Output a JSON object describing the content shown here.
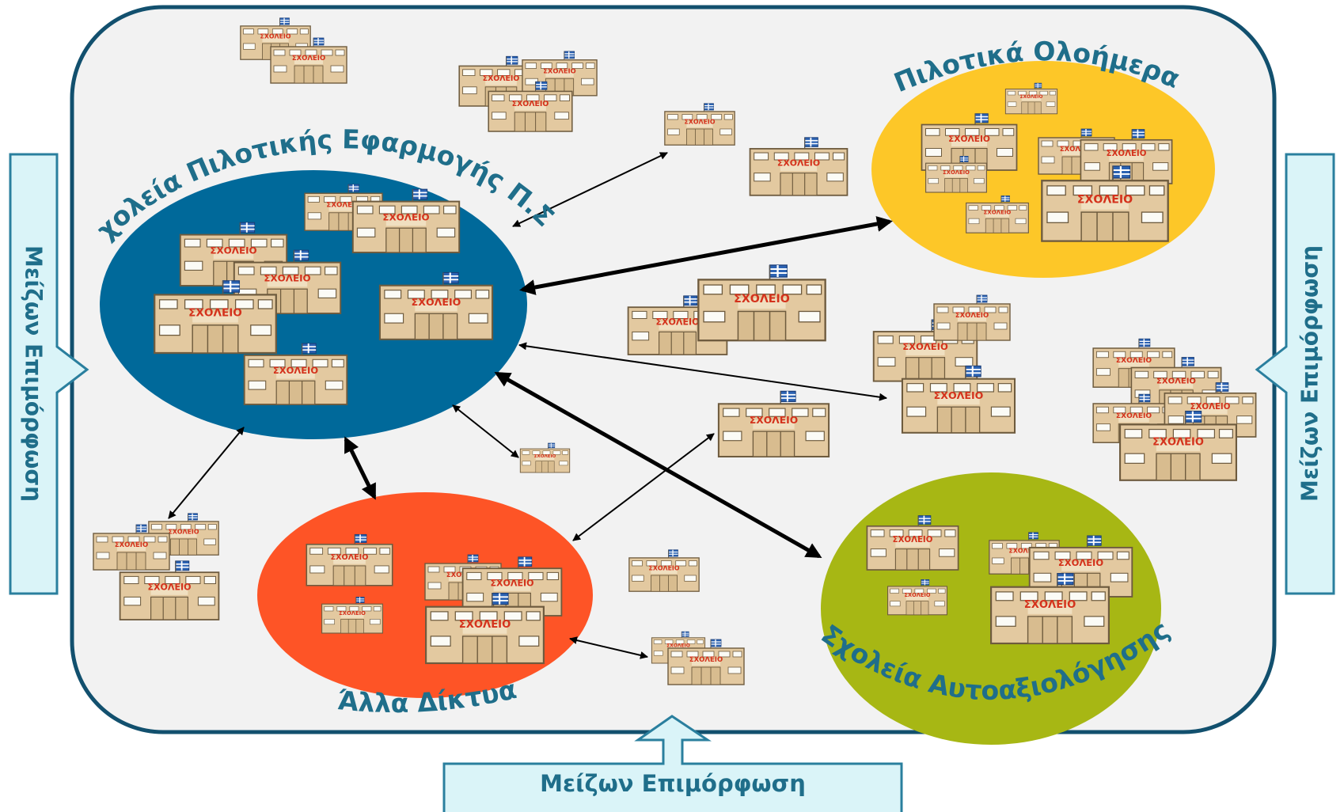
{
  "labels": {
    "pilot_schools": "Σχολεία Πιλοτικής Εφαρμογής Π.Σ.",
    "all_day": "Πιλοτικά Ολοήμερα",
    "self_eval": "Σχολεία Αυτοαξιολόγησης",
    "other_networks": "Άλλα Δίκτυα",
    "training_left": "Μείζων Επιμόρφωση",
    "training_right": "Μείζων Επιμόρφωση",
    "training_bottom": "Μείζων Επιμόρφωση"
  },
  "school_sign": "ΣΧΟΛΕΙΟ",
  "colors": {
    "pilot": "#00699a",
    "all_day": "#fdc728",
    "self_eval": "#a7b714",
    "other": "#fe5426",
    "frame_stroke": "#12506e",
    "frame_fill": "#f2f2f2",
    "arrow_box_fill": "#daf4f8",
    "arrow_box_stroke": "#2a7f9e",
    "label_text": "#1f6e8a",
    "building_wall": "#e3c9a0",
    "building_sign": "#d4321c",
    "flag_blue": "#2c63b3"
  }
}
